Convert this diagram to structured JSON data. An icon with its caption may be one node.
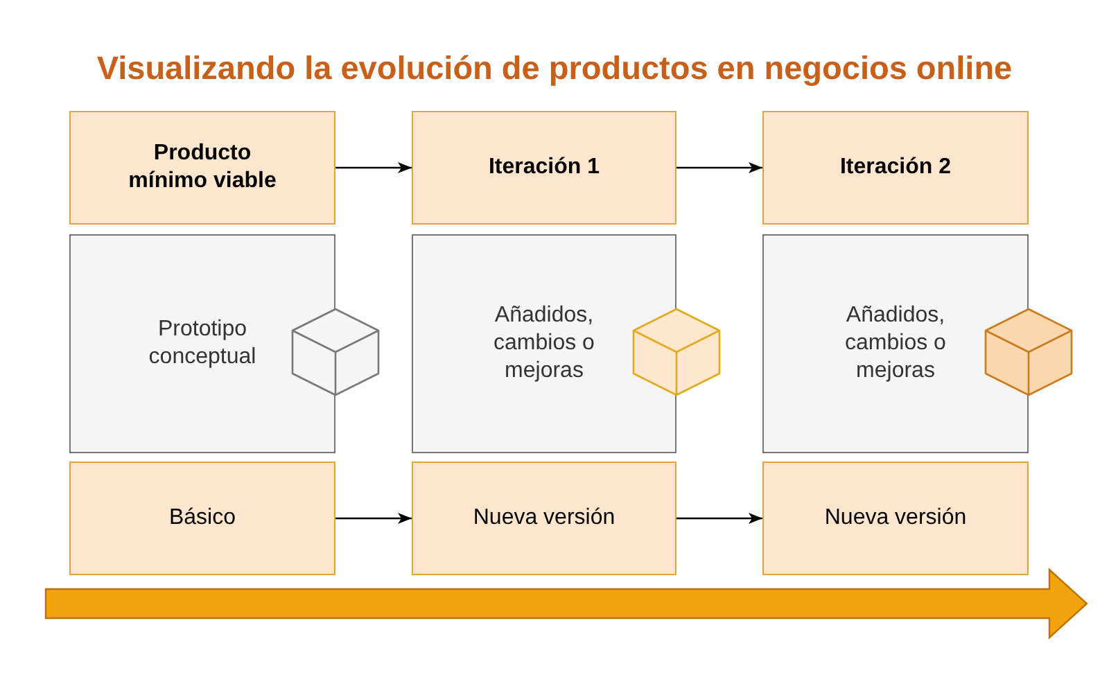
{
  "diagram": {
    "title": "Visualizando la evolución de productos en negocios online",
    "nodes": [
      {
        "text": [
          "Producto mínimo viable"
        ]
      },
      {
        "text": [
          "Iteración 1"
        ]
      },
      {
        "text": [
          "Iteración 2"
        ]
      },
      {
        "text": [
          "Prototipo conceptual"
        ]
      },
      {
        "text": [
          "Añadidos, cambios o mejoras"
        ]
      },
      {
        "text": [
          "Añadidos, cambios o mejoras"
        ]
      },
      {
        "text": [
          "Básico"
        ]
      },
      {
        "text": [
          "Nueva versión"
        ]
      },
      {
        "text": [
          "Nueva versión"
        ]
      }
    ],
    "edges": [
      {
        "from": 0,
        "to": 1,
        "arrow": "to"
      },
      {
        "from": 1,
        "to": 2,
        "arrow": "to"
      },
      {
        "from": 6,
        "to": 7,
        "arrow": "to"
      },
      {
        "from": 7,
        "to": 8,
        "arrow": "to"
      }
    ]
  }
}
